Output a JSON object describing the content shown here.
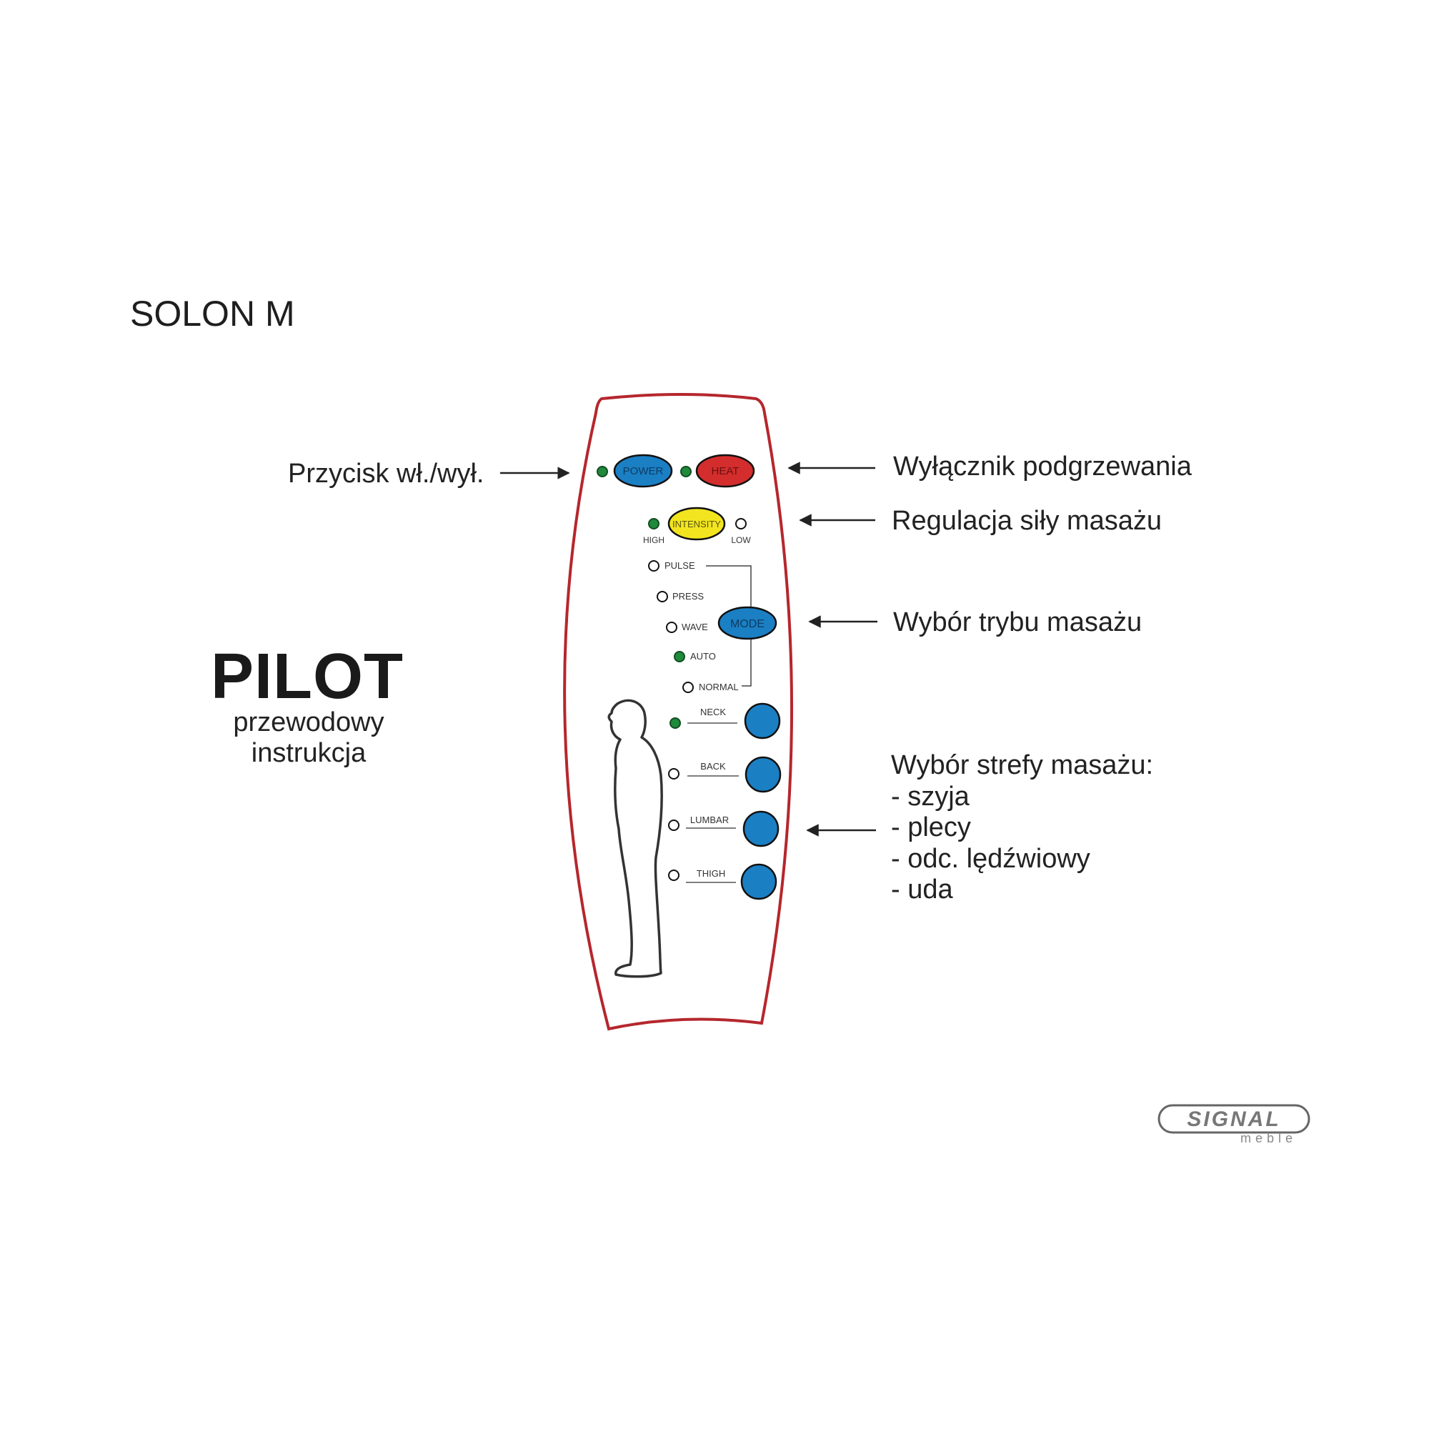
{
  "heading": "SOLON M",
  "pilot": {
    "title": "PILOT",
    "subtitle_line1": "przewodowy",
    "subtitle_line2": "instrukcja"
  },
  "callouts": {
    "power": "Przycisk wł./wył.",
    "heat": "Wyłącznik podgrzewania",
    "intensity": "Regulacja siły masażu",
    "mode": "Wybór trybu masażu",
    "zone_title": "Wybór strefy masażu:",
    "zones": [
      "- szyja",
      "- plecy",
      "- odc. lędźwiowy",
      "- uda"
    ]
  },
  "remote": {
    "power_label": "POWER",
    "heat_label": "HEAT",
    "intensity_label": "INTENSITY",
    "high_label": "HIGH",
    "low_label": "LOW",
    "mode_label": "MODE",
    "modes": [
      "PULSE",
      "PRESS",
      "WAVE",
      "AUTO",
      "NORMAL"
    ],
    "zones": [
      "NECK",
      "BACK",
      "LUMBAR",
      "THIGH"
    ]
  },
  "logo": {
    "brand": "SIGNAL",
    "tagline": "meble"
  },
  "colors": {
    "outline": "#b5272d",
    "power_button": "#1b7fc4",
    "heat_button": "#d32d2d",
    "intensity_button": "#f2e51f",
    "zone_button": "#1b7fc4",
    "led_on": "#1f8a3c"
  }
}
